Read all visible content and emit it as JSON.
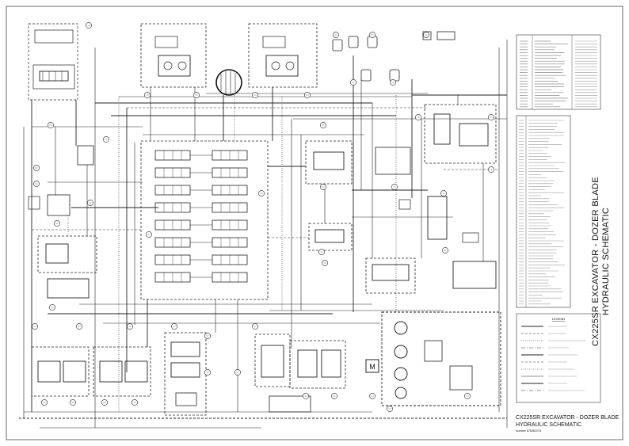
{
  "title_block": {
    "line1": "CX225SR EXCAVATOR - DOZER BLADE",
    "line2": "HYDRAULIC SCHEMATIC",
    "number": "Number 87608227A"
  },
  "vertical_title": {
    "line1": "CX225SR EXCAVATOR - DOZER BLADE",
    "line2": "HYDRAULIC SCHEMATIC"
  },
  "legend": {
    "heading": "LEGEND"
  },
  "symbols": {
    "motor": "M"
  },
  "colors": {
    "line": "#222222",
    "paper": "#ffffff"
  }
}
